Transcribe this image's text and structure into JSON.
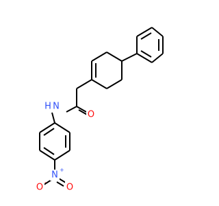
{
  "molecule": {
    "atoms": {
      "amide_n": {
        "symbol": "N",
        "hydrogen": "H",
        "color": "#3050F8"
      },
      "carbonyl_o": {
        "symbol": "O",
        "color": "#FF0D0D"
      },
      "nitro_n": {
        "symbol": "N",
        "charge": "+",
        "color": "#3050F8"
      },
      "nitro_o1": {
        "symbol": "O",
        "charge": "-",
        "color": "#FF0D0D"
      },
      "nitro_o2": {
        "symbol": "O",
        "color": "#FF0D0D"
      }
    }
  }
}
